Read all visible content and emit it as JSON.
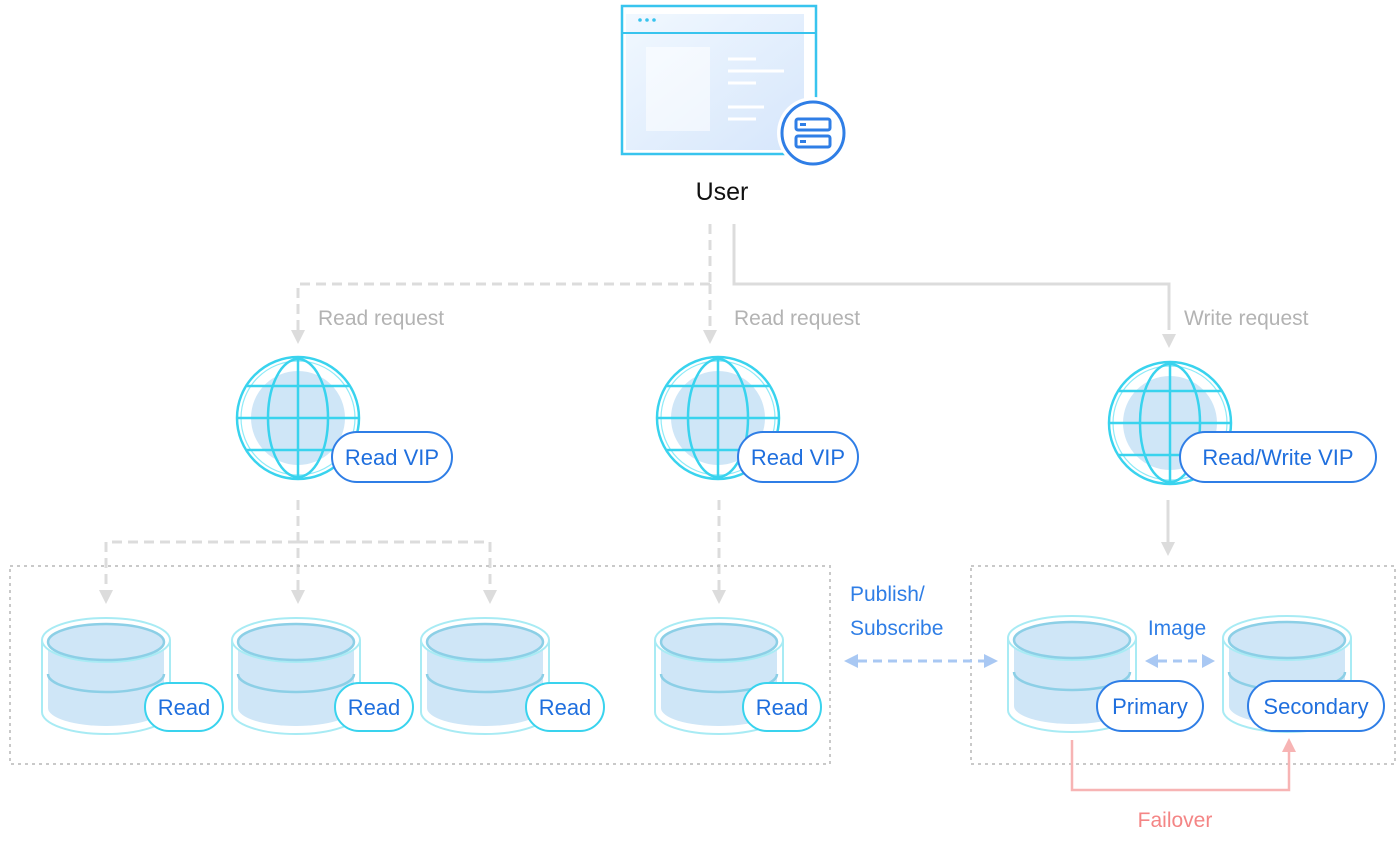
{
  "user": {
    "label": "User"
  },
  "requests": {
    "read_left": "Read request",
    "read_mid": "Read request",
    "write": "Write request"
  },
  "vips": {
    "read_left": "Read VIP",
    "read_mid": "Read VIP",
    "read_write": "Read/Write VIP"
  },
  "read_nodes": [
    "Read",
    "Read",
    "Read",
    "Read"
  ],
  "sync": {
    "publish_line1": "Publish/",
    "publish_line2": "Subscribe",
    "image": "Image"
  },
  "primary": {
    "label": "Primary"
  },
  "secondary": {
    "label": "Secondary"
  },
  "failover": {
    "label": "Failover"
  },
  "colors": {
    "accent_blue": "#2f7ee6",
    "gray_line": "#dcdcdc",
    "failover_red": "#f48585",
    "db_fill": "#cfe6f7",
    "globe_stroke": "#39d3ee"
  }
}
